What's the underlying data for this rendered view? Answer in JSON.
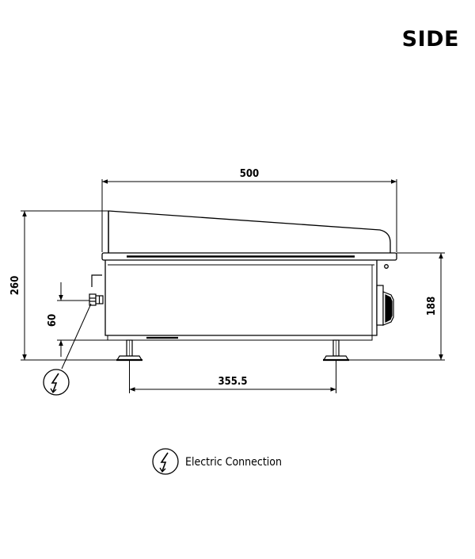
{
  "view_title": "SIDE",
  "dimensions": {
    "overall_width": "500",
    "overall_height": "260",
    "connection_height": "60",
    "body_height": "188",
    "feet_spacing": "355.5"
  },
  "legend": {
    "label": "Electric Connection",
    "icon": "lightning-bolt-icon"
  },
  "colors": {
    "line": "#000000",
    "background": "#ffffff"
  }
}
